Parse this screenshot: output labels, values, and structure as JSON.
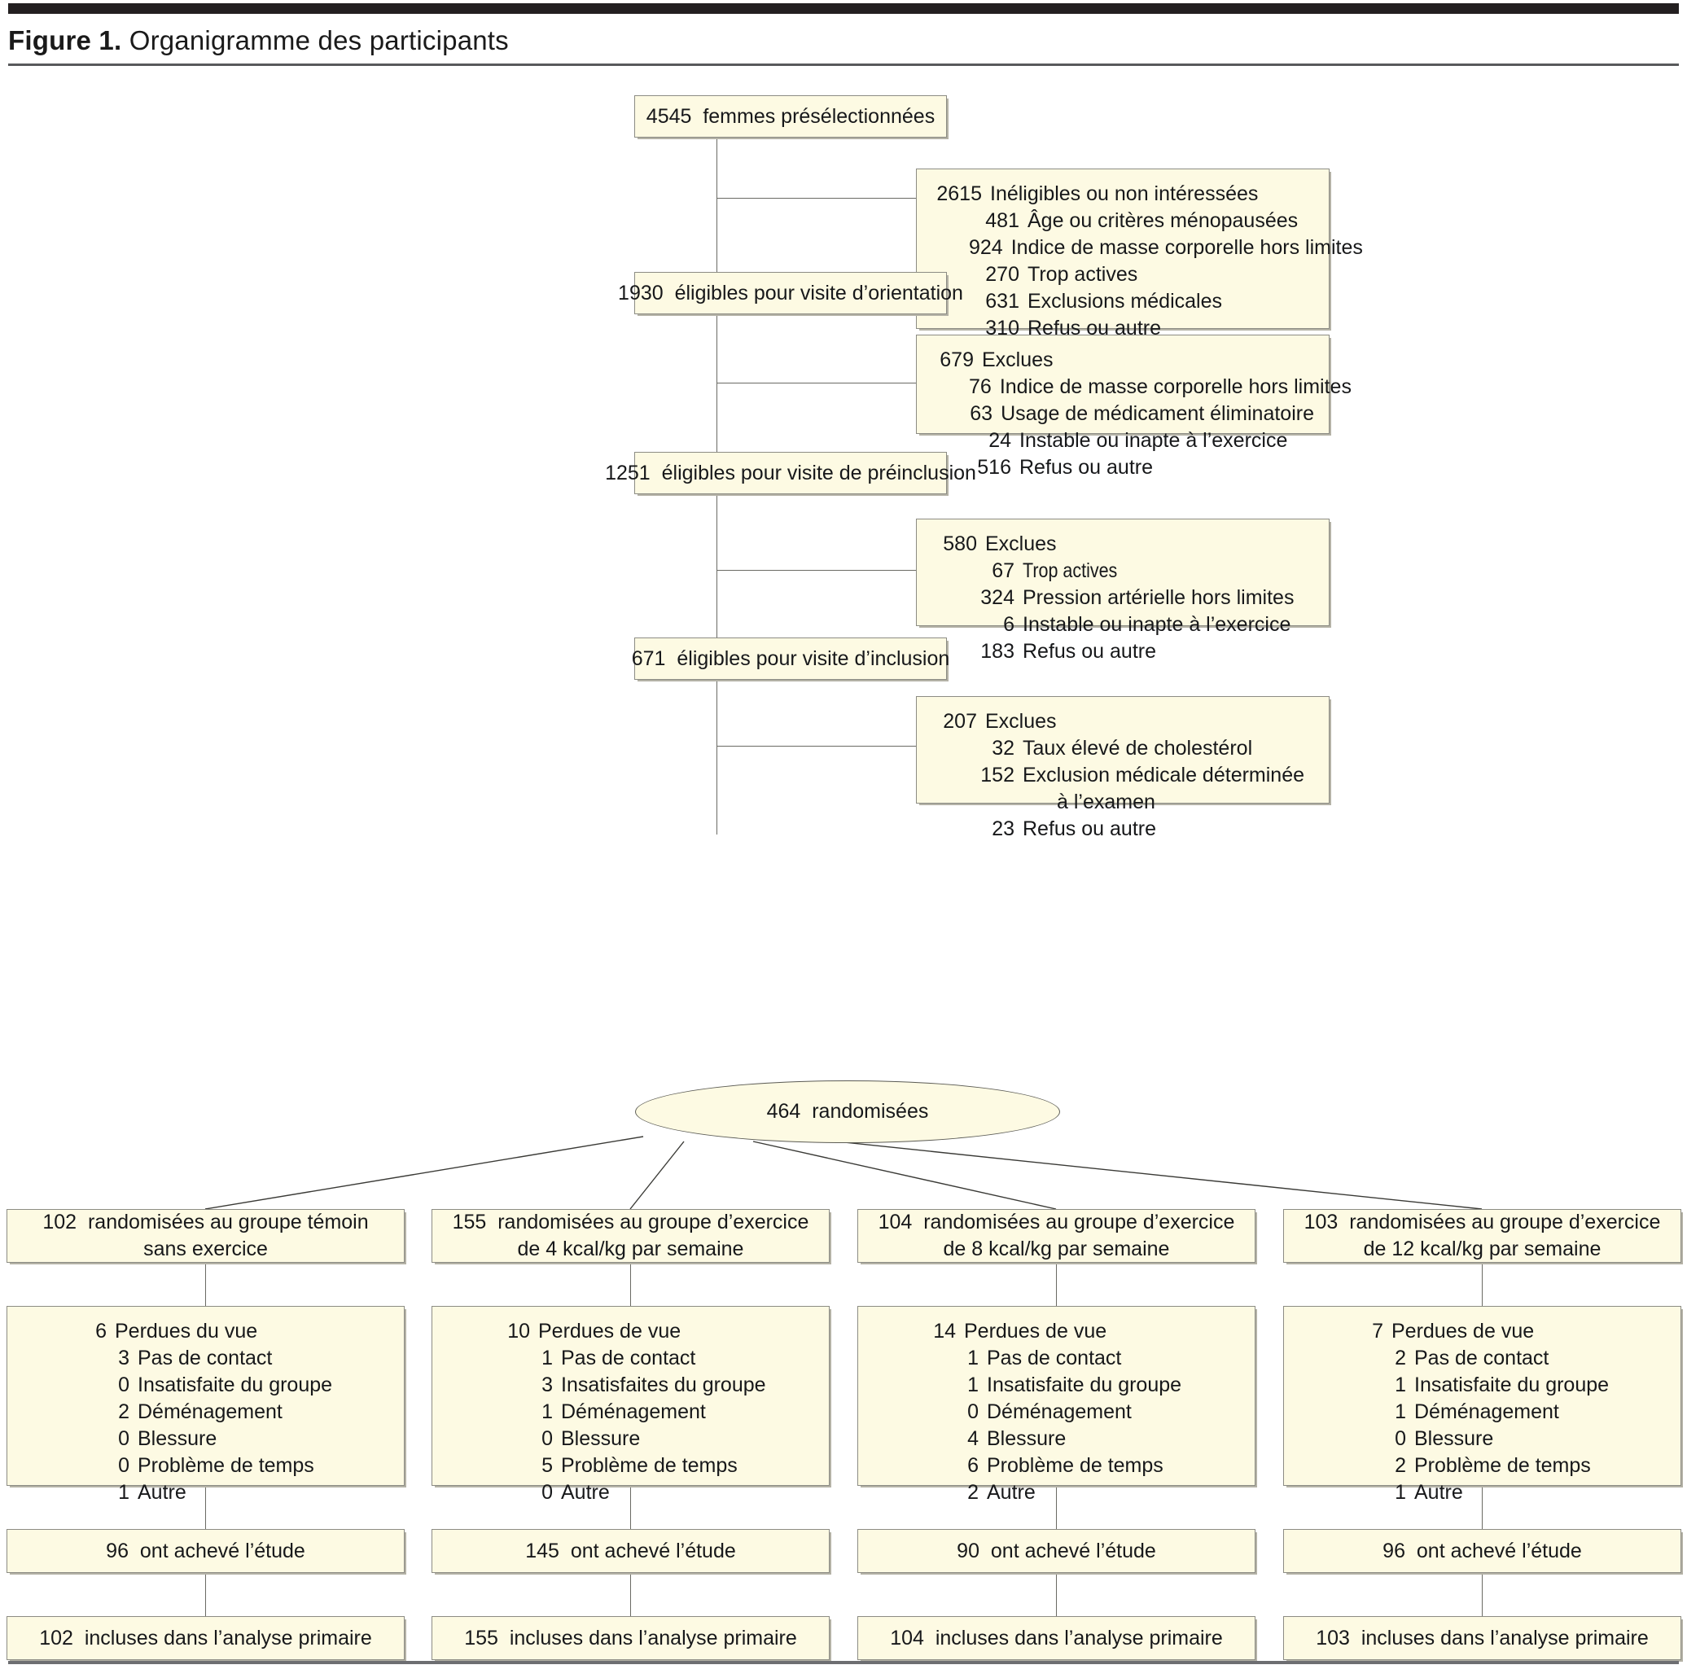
{
  "figure": {
    "label": "Figure 1.",
    "title": " Organigramme des participants"
  },
  "flow": {
    "screened": {
      "n": "4545",
      "text": "femmes présélectionnées"
    },
    "excl1": {
      "head": {
        "n": "2615",
        "text": "Inéligibles ou non intéressées"
      },
      "items": [
        {
          "n": "481",
          "text": "Âge ou critères ménopausées"
        },
        {
          "n": "924",
          "text": "Indice de masse corporelle hors limites"
        },
        {
          "n": "270",
          "text": "Trop actives"
        },
        {
          "n": "631",
          "text": "Exclusions médicales"
        },
        {
          "n": "310",
          "text": "Refus ou autre"
        }
      ]
    },
    "eligible_orientation": {
      "n": "1930",
      "text": "éligibles pour visite d’orientation"
    },
    "excl2": {
      "head": {
        "n": "679",
        "text": "Exclues"
      },
      "items": [
        {
          "n": "76",
          "text": "Indice de masse corporelle hors limites"
        },
        {
          "n": "63",
          "text": "Usage de médicament éliminatoire"
        },
        {
          "n": "24",
          "text": "Instable ou inapte à l’exercice"
        },
        {
          "n": "516",
          "text": "Refus ou autre"
        }
      ]
    },
    "eligible_preinclusion": {
      "n": "1251",
      "text": "éligibles pour visite de préinclusion"
    },
    "excl3": {
      "head": {
        "n": "580",
        "text": "Exclues"
      },
      "items": [
        {
          "n": "67",
          "text": "Trop actives"
        },
        {
          "n": "324",
          "text": "Pression artérielle hors limites"
        },
        {
          "n": "6",
          "text": "Instable ou inapte à l’exercice"
        },
        {
          "n": "183",
          "text": "Refus ou autre"
        }
      ]
    },
    "eligible_inclusion": {
      "n": "671",
      "text": "éligibles pour visite d’inclusion"
    },
    "excl4": {
      "head": {
        "n": "207",
        "text": "Exclues"
      },
      "items": [
        {
          "n": "32",
          "text": "Taux élevé de cholestérol"
        },
        {
          "n": "152",
          "text": "Exclusion médicale déterminée"
        },
        {
          "n": "",
          "text": "à l’examen"
        },
        {
          "n": "23",
          "text": "Refus ou autre"
        }
      ]
    },
    "randomized": {
      "n": "464",
      "text": "randomisées"
    }
  },
  "arms": [
    {
      "assign": {
        "n": "102",
        "line1": "randomisées au groupe témoin",
        "line2": "sans exercice"
      },
      "lost": {
        "head": {
          "n": "6",
          "text": "Perdues du vue"
        },
        "items": [
          {
            "n": "3",
            "text": "Pas de contact"
          },
          {
            "n": "0",
            "text": "Insatisfaite du groupe"
          },
          {
            "n": "2",
            "text": "Déménagement"
          },
          {
            "n": "0",
            "text": "Blessure"
          },
          {
            "n": "0",
            "text": "Problème de temps"
          },
          {
            "n": "1",
            "text": "Autre"
          }
        ]
      },
      "completed": {
        "n": "96",
        "text": "ont achevé l’étude"
      },
      "analysed": {
        "n": "102",
        "text": "incluses dans l’analyse primaire"
      }
    },
    {
      "assign": {
        "n": "155",
        "line1": "randomisées au groupe d’exercice",
        "line2": "de 4 kcal/kg par semaine"
      },
      "lost": {
        "head": {
          "n": "10",
          "text": "Perdues de vue"
        },
        "items": [
          {
            "n": "1",
            "text": "Pas de contact"
          },
          {
            "n": "3",
            "text": "Insatisfaites du groupe"
          },
          {
            "n": "1",
            "text": "Déménagement"
          },
          {
            "n": "0",
            "text": "Blessure"
          },
          {
            "n": "5",
            "text": "Problème de temps"
          },
          {
            "n": "0",
            "text": "Autre"
          }
        ]
      },
      "completed": {
        "n": "145",
        "text": "ont achevé l’étude"
      },
      "analysed": {
        "n": "155",
        "text": "incluses dans l’analyse primaire"
      }
    },
    {
      "assign": {
        "n": "104",
        "line1": "randomisées au groupe d’exercice",
        "line2": "de 8 kcal/kg par semaine"
      },
      "lost": {
        "head": {
          "n": "14",
          "text": "Perdues de vue"
        },
        "items": [
          {
            "n": "1",
            "text": "Pas de contact"
          },
          {
            "n": "1",
            "text": "Insatisfaite du groupe"
          },
          {
            "n": "0",
            "text": "Déménagement"
          },
          {
            "n": "4",
            "text": "Blessure"
          },
          {
            "n": "6",
            "text": "Problème de temps"
          },
          {
            "n": "2",
            "text": "Autre"
          }
        ]
      },
      "completed": {
        "n": "90",
        "text": "ont achevé l’étude"
      },
      "analysed": {
        "n": "104",
        "text": "incluses dans l’analyse primaire"
      }
    },
    {
      "assign": {
        "n": "103",
        "line1": "randomisées au groupe d’exercice",
        "line2": "de 12 kcal/kg par semaine"
      },
      "lost": {
        "head": {
          "n": "7",
          "text": "Perdues de vue"
        },
        "items": [
          {
            "n": "2",
            "text": "Pas de contact"
          },
          {
            "n": "1",
            "text": "Insatisfaite du groupe"
          },
          {
            "n": "1",
            "text": "Déménagement"
          },
          {
            "n": "0",
            "text": "Blessure"
          },
          {
            "n": "2",
            "text": "Problème de temps"
          },
          {
            "n": "1",
            "text": "Autre"
          }
        ]
      },
      "completed": {
        "n": "96",
        "text": "ont achevé l’étude"
      },
      "analysed": {
        "n": "103",
        "text": "incluses dans l’analyse primaire"
      }
    }
  ],
  "colors": {
    "box_fill": "#fdfae3",
    "box_border": "#8c8c84",
    "rule_dark": "#231f20",
    "rule_grey": "#6d6e71",
    "text": "#17181a"
  }
}
